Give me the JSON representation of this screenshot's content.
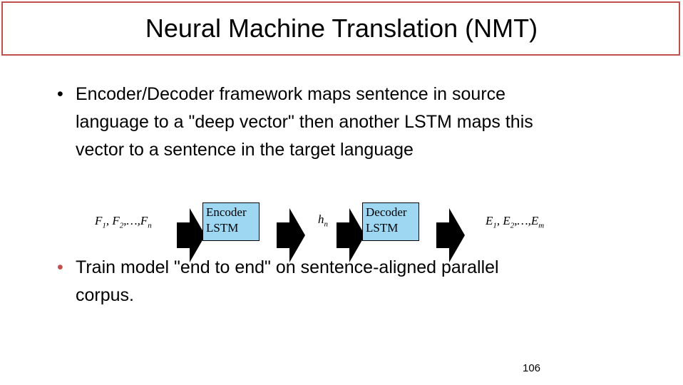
{
  "slide": {
    "title": "Neural Machine Translation (NMT)",
    "bullets": [
      {
        "marker": "•",
        "lines": [
          "Encoder/Decoder framework maps sentence in source",
          "language to a \"deep vector\" then another LSTM maps this",
          "vector to a sentence in the target language"
        ]
      },
      {
        "marker": "•",
        "lines": [
          "Train model \"end to end\" on sentence-aligned parallel",
          "corpus."
        ]
      }
    ],
    "diagram": {
      "input": {
        "F1": "F",
        "F1_sub": "1",
        "sep1": ", ",
        "F2": "F",
        "F2_sub": "2",
        "ellipsis": ",…,",
        "Fn": "F",
        "Fn_sub": "n"
      },
      "encoder": {
        "line1": "Encoder",
        "line2": "LSTM"
      },
      "hidden": {
        "h": "h",
        "h_sub": "n"
      },
      "decoder": {
        "line1": "Decoder",
        "line2": "LSTM"
      },
      "output": {
        "E1": "E",
        "E1_sub": "1",
        "sep1": ", ",
        "E2": "E",
        "E2_sub": "2",
        "ellipsis": ",…,",
        "Em": "E",
        "Em_sub": "m"
      },
      "colors": {
        "box_fill": "#9ed7f2",
        "arrow": "#000000"
      }
    },
    "page_number": "106",
    "colors": {
      "title_border": "#c0504d",
      "bullet2_marker": "#c0504d"
    }
  }
}
